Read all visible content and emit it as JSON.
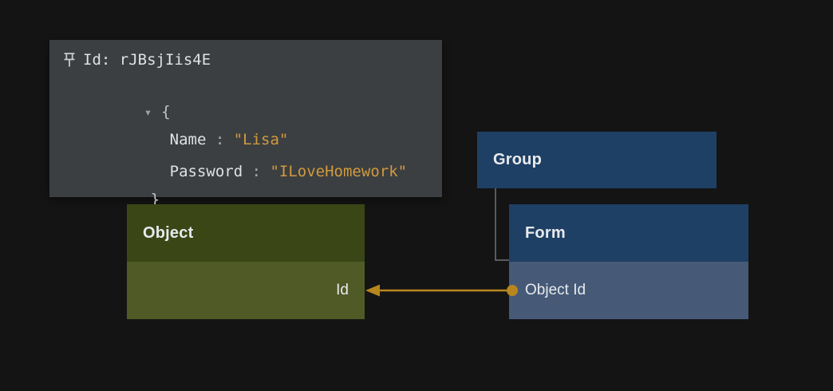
{
  "colors": {
    "background": "#141414",
    "tooltip_bg": "#3c3f41",
    "tooltip_text": "#dfe1e5",
    "tooltip_muted": "#aeb1b5",
    "string_value": "#d19a3f",
    "object_header": "#3a4616",
    "object_row": "#4f5a26",
    "blue_header": "#1e4064",
    "blue_row": "#465a78",
    "node_text": "#e8eaed",
    "arrow": "#b8861e",
    "connector": "#6f7276"
  },
  "tooltip": {
    "id_text": "Id: rJBsjIis4E",
    "expander": "▾",
    "open_brace": "{",
    "close_brace": "}",
    "colon": " : ",
    "fields": [
      {
        "key": "Name",
        "value": "\"Lisa\""
      },
      {
        "key": "Password",
        "value": "\"ILoveHomework\""
      }
    ]
  },
  "nodes": {
    "group": {
      "title": "Group"
    },
    "form": {
      "title": "Form",
      "rows": [
        {
          "label": "Object Id"
        }
      ]
    },
    "object": {
      "title": "Object",
      "rows": [
        {
          "label": "Id"
        }
      ]
    }
  }
}
